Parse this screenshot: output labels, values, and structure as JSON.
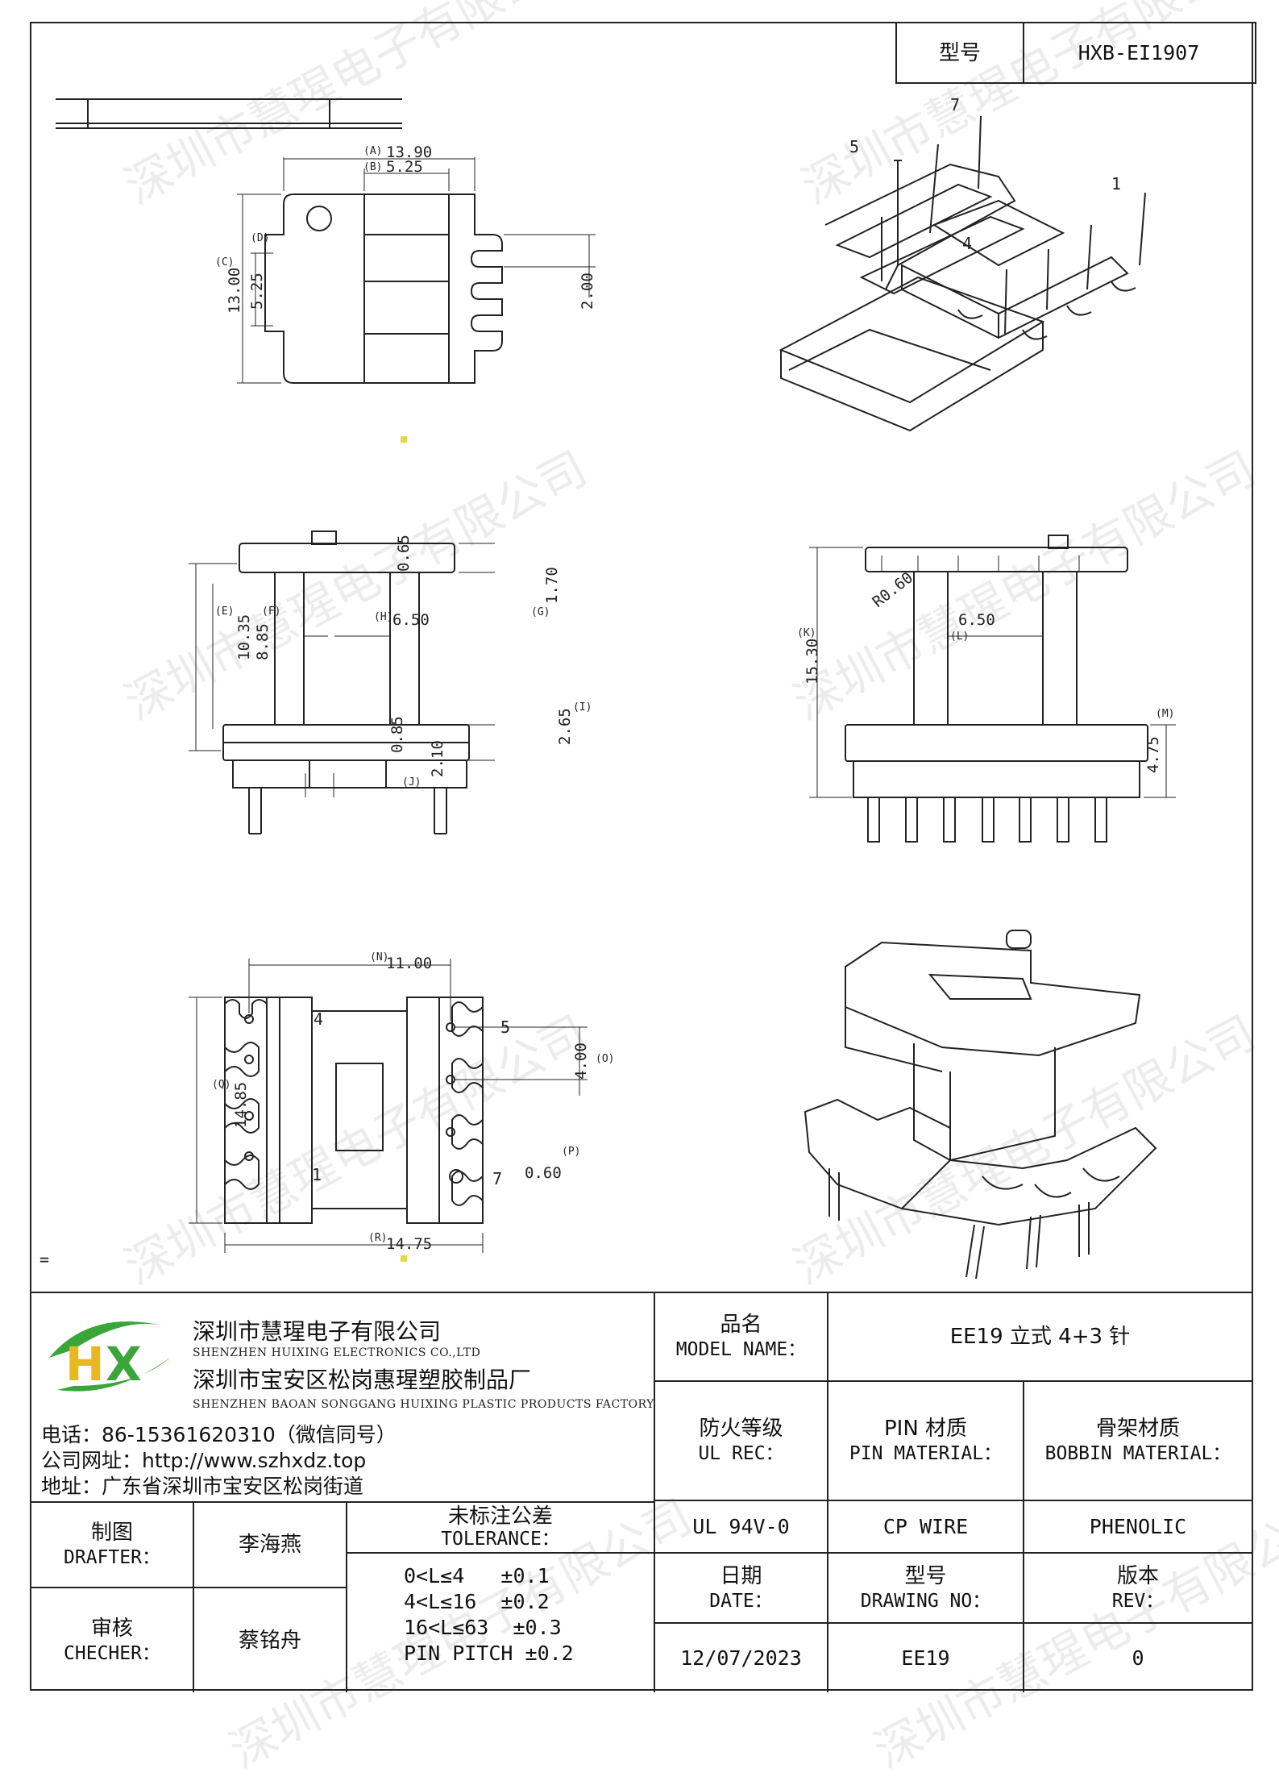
{
  "header": {
    "model_label": "型号",
    "model_value": "HXB-EI1907"
  },
  "dimensions": {
    "A": "(A)",
    "a_val": "13.90",
    "B": "(B)",
    "b_val": "5.25",
    "C": "(C)",
    "c_val": "13.00",
    "D": "(D)",
    "d_val": "5.25",
    "slot_val": "2.00",
    "E": "(E)",
    "e_val": "10.35",
    "F": "(F)",
    "f_val": "8.85",
    "top_val": "0.65",
    "G": "(G)",
    "g_val": "1.70",
    "H": "(H)",
    "h_val": "6.50",
    "I": "(I)",
    "i_val": "2.65",
    "base_val": "0.85",
    "J": "(J)",
    "j_val": "2.10",
    "K": "(K)",
    "k_val": "15.30",
    "r_val": "R0.60",
    "L": "(L)",
    "l_val": "6.50",
    "M": "(M)",
    "m_val": "4.75",
    "N": "(N)",
    "n_val": "11.00",
    "O": "(O)",
    "o_val": "4.00",
    "Q": "(Q)",
    "q_val": "14.85",
    "P": "(P)",
    "p_val": "0.60",
    "R": "(R)",
    "r2_val": "14.75"
  },
  "pins": {
    "p1": "1",
    "p4": "4",
    "p5": "5",
    "p7": "7",
    "p4_iso": "4",
    "p5_iso": "5",
    "p7_iso": "7",
    "p1_iso": "1",
    "p1b": "1"
  },
  "marks": {
    "equals": "="
  },
  "watermark": "深圳市慧瑆电子有限公司",
  "company": {
    "name_zh": "深圳市慧瑆电子有限公司",
    "name_en": "SHENZHEN HUIXING ELECTRONICS CO.,LTD",
    "factory_zh": "深圳市宝安区松岗惠瑆塑胶制品厂",
    "factory_en": "SHENZHEN BAOAN SONGGANG HUIXING PLASTIC PRODUCTS FACTORY",
    "phone": "电话：86-15361620310（微信同号）",
    "web": "公司网址：http://www.szhxdz.top",
    "address": "地址：广东省深圳市宝安区松岗街道"
  },
  "table": {
    "model_name_zh": "品名",
    "model_name_en": "MODEL NAME：",
    "model_name_value": "EE19  立式 4+3 针",
    "ul_zh": "防火等级",
    "ul_en": "UL REC：",
    "pin_zh": "PIN 材质",
    "pin_en": "PIN MATERIAL：",
    "bobbin_zh": "骨架材质",
    "bobbin_en": "BOBBIN MATERIAL：",
    "ul_value": "UL 94V-0",
    "pin_value": "CP WIRE",
    "bobbin_value": "PHENOLIC",
    "drafter_zh": "制图",
    "drafter_en": "DRAFTER：",
    "drafter_name": "李海燕",
    "checker_zh": "审核",
    "checker_en": "CHECHER：",
    "checker_name": "蔡铭舟",
    "tol_zh": "未标注公差",
    "tol_en": "TOLERANCE：",
    "tol_1": "0<L≤4   ±0.1",
    "tol_2": "4<L≤16  ±0.2",
    "tol_3": "16<L≤63  ±0.3",
    "tol_4": "PIN PITCH ±0.2",
    "date_zh": "日期",
    "date_en": "DATE：",
    "date_value": "12/07/2023",
    "drawing_zh": "型号",
    "drawing_en": "DRAWING NO：",
    "drawing_value": "EE19",
    "rev_zh": "版本",
    "rev_en": "REV：",
    "rev_value": "0"
  },
  "colors": {
    "logo_green": "#3aa63a",
    "logo_yellow": "#e8b81e",
    "line": "#222222"
  }
}
